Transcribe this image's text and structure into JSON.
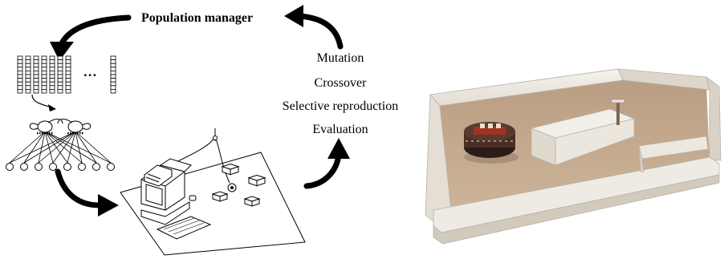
{
  "diagram": {
    "title": "Population manager",
    "steps": [
      "Mutation",
      "Crossover",
      "Selective reproduction",
      "Evaluation"
    ],
    "ellipsis": "..."
  },
  "icons": {
    "genomes": "genome-strings-icon",
    "network": "neural-network-icon",
    "computer": "computer-icon",
    "robot": "robot-icon",
    "photo": "robot-arena-photo"
  },
  "colors": {
    "ink": "#000000",
    "paper": "#ffffff",
    "floor": "#c7ad90",
    "wall": "#e9e5de",
    "robot": "#3a2520"
  }
}
